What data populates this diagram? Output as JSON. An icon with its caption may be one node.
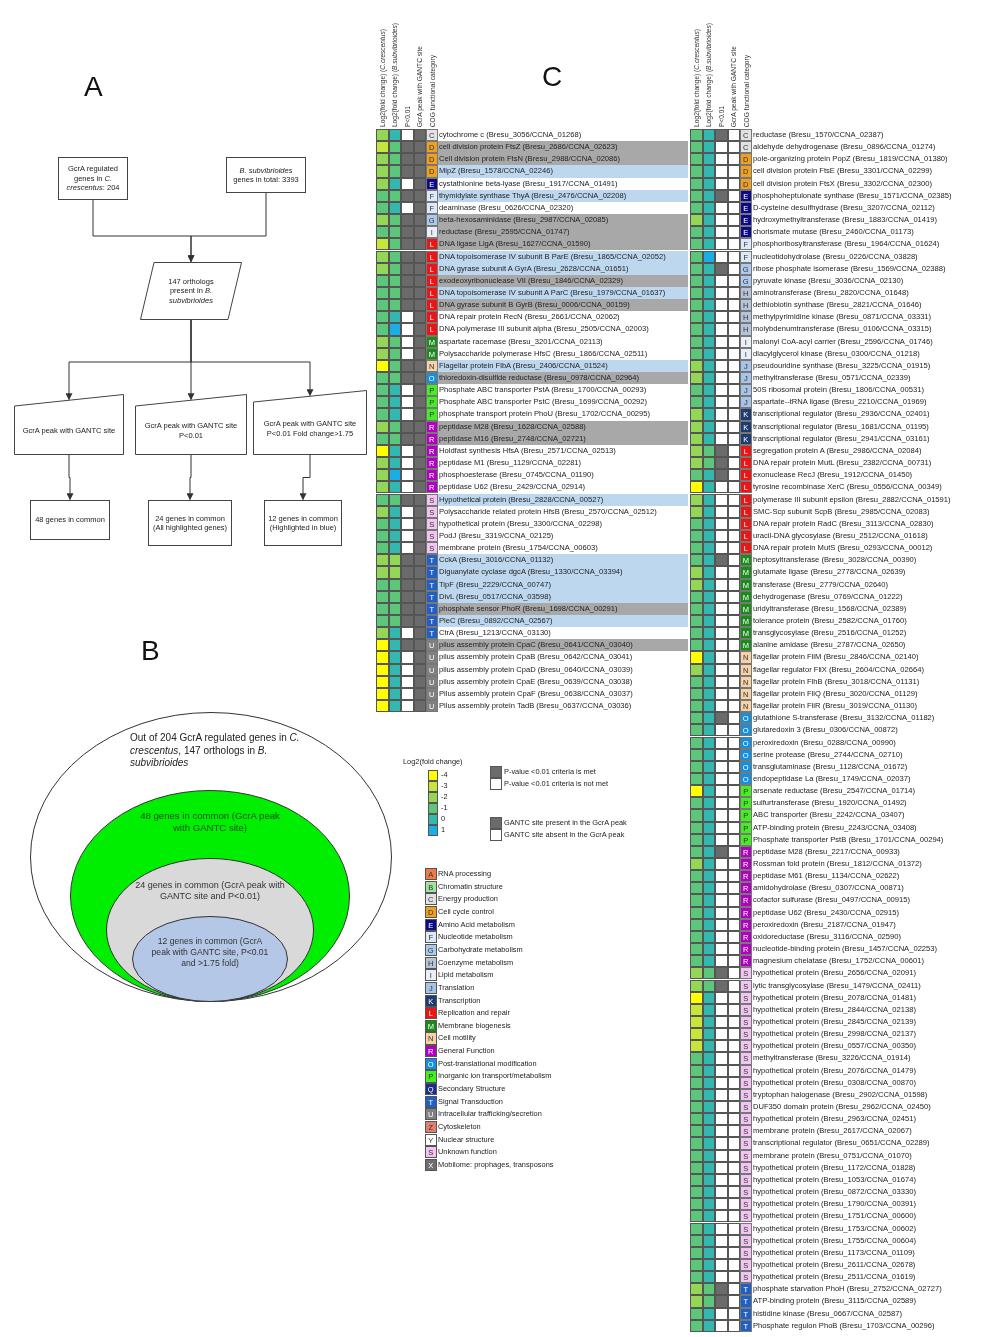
{
  "diagram": {
    "nodes": [
      {
        "text": [
          "GcrA regulated genes in *C. crescentus*: 204"
        ]
      },
      {
        "text": [
          "*B. subvibrioides* genes in total: 3393"
        ]
      },
      {
        "text": [
          "147 orthologs present in *B. subvibrioides*"
        ]
      },
      {
        "text": [
          "GcrA peak with GANTC site"
        ]
      },
      {
        "text": [
          "GcrA peak with GANTC site P<0.01"
        ]
      },
      {
        "text": [
          "GcrA peak with GANTC site P<0.01 Fold change>1.75"
        ]
      },
      {
        "text": [
          "48 genes in common"
        ]
      },
      {
        "text": [
          "24 genes in common (All highlighted genes)"
        ]
      },
      {
        "text": [
          "12 genes in common (Highlighted in blue)"
        ]
      },
      {
        "text": [
          "Out of 204 GcrA regulated genes in *C. crescentus*, 147 orthologs in *B. subvibrioides*"
        ]
      },
      {
        "text": [
          "48 genes in common (GcrA peak with GANTC site)"
        ],
        "in": 9
      },
      {
        "text": [
          "24 genes in common (GcrA peak with GANTC site and P<0.01)"
        ],
        "in": 10
      },
      {
        "text": [
          "12 genes in common (GcrA peak with GANTC site, P<0.01 and >1.75 fold)"
        ],
        "in": 11
      }
    ],
    "edges": [
      {
        "from": 0,
        "to": 2,
        "arrow": "to"
      },
      {
        "from": 1,
        "to": 2,
        "arrow": "to"
      },
      {
        "from": 2,
        "to": 3,
        "arrow": "to"
      },
      {
        "from": 2,
        "to": 4,
        "arrow": "to"
      },
      {
        "from": 2,
        "to": 5,
        "arrow": "to"
      },
      {
        "from": 3,
        "to": 6,
        "arrow": "to"
      },
      {
        "from": 4,
        "to": 7,
        "arrow": "to"
      },
      {
        "from": 5,
        "to": 8,
        "arrow": "to"
      }
    ],
    "labels": [
      "A",
      "C",
      "Log2(fold change) (*C.crescentus*)",
      "Log2(fold change) (*B.subvibrioides*)",
      "P<0.01",
      "GcrA peak with GANTC site",
      "COG functional category",
      "Log2(fold change) (*C.crescentus*)",
      "Log2(fold change) (*B.subvibrioides*)",
      "P<0.01",
      "GcrA peak with GANTC site",
      "COG functional category",
      "C",
      "cytochrome c (Bresu_3056/CCNA_01268)",
      "D",
      "cell division protein FtsZ (Bresu_2686/CCNA_02623)",
      "D",
      "Cell division protein FtsN (Bresu_2988/CCNA_02086)",
      "D",
      "MipZ (Bresu_1578/CCNA_02246)",
      "E",
      "cystathionine beta-lyase (Bresu_1917/CCNA_01491)",
      "F",
      "thymidylate synthase ThyA (Bresu_2476/CCNA_02208)",
      "F",
      "deaminase (Bresu_0626/CCNA_02320)",
      "G",
      "beta-hexosaminidase (Bresu_2987/CCNA_02085)",
      "I",
      "reductase (Bresu_2595/CCNA_01747)",
      "L",
      "DNA ligase LigA (Bresu_1627/CCNA_01590)",
      "L",
      "DNA topoisomerase IV subunit B ParE (Bresu_1865/CCNA_02052)",
      "L",
      "DNA gyrase subunit A GyrA (Bresu_2628/CCNA_01651)",
      "L",
      "exodeoxyribonuclease VII (Bresu_1846/CCNA_02329)",
      "L",
      "DNA topoisomerase IV subunit A ParC (Bresu_1979/CCNA_01637)",
      "L",
      "DNA gyrase subunit B GyrB (Bresu_0006/CCNA_00159)",
      "L",
      "DNA repair protein RecN (Bresu_2661/CCNA_02062)",
      "L",
      "DNA polymerase III subunit alpha (Bresu_2505/CCNA_02003)",
      "M",
      "aspartate racemase (Bresu_3201/CCNA_02113)",
      "M",
      "Polysaccharide polymerase HfsC (Bresu_1866/CCNA_02511)",
      "N",
      "Flagellar protein FlbA (Bresu_2406/CCNA_01524)",
      "O",
      "thioredoxin-disulfide reductase (Bresu_0978/CCNA_02964)",
      "P",
      "Phosphate ABC transporter PstA (Bresu_1700/CCNA_00293)",
      "P",
      "Phosphate ABC transporter PstC (Bresu_1699/CCNA_00292)",
      "P",
      "phosphate transport protein PhoU (Bresu_1702/CCNA_00295)",
      "R",
      "peptidase M28 (Bresu_1628/CCNA_02588)",
      "R",
      "peptidase M16 (Bresu_2748/CCNA_02721)",
      "R",
      "Holdfast synthesis HfsA (Bresu_2571/CCNA_02513)",
      "R",
      "peptidase M1 (Bresu_1129/CCNA_02281)",
      "R",
      "phosphoesterase (Bresu_0745/CCNA_01190)",
      "R",
      "peptidase U62 (Bresu_2429/CCNA_02914)",
      "S",
      "Hypothetical protein (Bresu_2828/CCNA_00527)",
      "S",
      "Polysaccharide related protein HfsB (Bresu_2570/CCNA_02512)",
      "S",
      "hypothetical protein (Bresu_3300/CCNA_02298)",
      "S",
      "PodJ (Bresu_3319/CCNA_02125)",
      "S",
      "membrane protein (Bresu_1754/CCNA_00603)",
      "T",
      "CckA (Bresu_3016/CCNA_01132)",
      "T",
      "Diguanylate cyclase dgcA (Bresu_1330/CCNA_03394)",
      "T",
      "TipF (Bresu_2229/CCNA_00747)",
      "T",
      "DivL (Bresu_0517/CCNA_03598)",
      "T",
      "phosphate sensor PhoR (Bresu_1698/CCNA_00291)",
      "T",
      "PleC (Bresu_0892/CCNA_02567)",
      "T",
      "CtrA (Bresu_1213/CCNA_03130)",
      "U",
      "pilus assembly protein CpaC (Bresu_0641/CCNA_03040)",
      "U",
      "pilus assembly protein CpaB (Bresu_0642/CCNA_03041)",
      "U",
      "pilus assembly protein CpaD (Bresu_0640/CCNA_03039)",
      "U",
      "pilus assembly protein CpaE (Bresu_0639/CCNA_03038)",
      "U",
      "Pilus assembly protein CpaF (Bresu_0638/CCNA_03037)",
      "U",
      "Pilus assembly protein TadB (Bresu_0637/CCNA_03036)",
      "C",
      "reductase (Bresu_1570/CCNA_02387)",
      "C",
      "aldehyde dehydrogenase (Bresu_0896/CCNA_01274)",
      "D",
      "pole-organizing protein PopZ (Bresu_1819/CCNA_01380)",
      "D",
      "cell division protein FtsE (Bresu_3301/CCNA_02299)",
      "D",
      "cell division protein FtsX (Bresu_3302/CCNA_02300)",
      "E",
      "phosphoheptulonate synthase (Bresu_1571/CCNA_02385)",
      "E",
      "D-cysteine desulfhydrase (Bresu_3207/CCNA_02112)",
      "E",
      "hydroxymethyltransferase (Bresu_1883/CCNA_01419)",
      "E",
      "chorismate mutase (Bresu_2460/CCNA_01173)",
      "F",
      "phosphoribosyltransferase (Bresu_1964/CCNA_01624)",
      "F",
      "nucleotidohydrolase (Bresu_0226/CCNA_03828)",
      "G",
      "ribose phosphate isomerase (Bresu_1569/CCNA_02388)",
      "G",
      "pyruvate kinase (Bresu_3036/CCNA_02130)",
      "H",
      "aminotransferase (Bresu_2820/CCNA_01648)",
      "H",
      "dethiobiotin synthase (Bresu_2821/CCNA_01646)",
      "H",
      "methylpyrimidine kinase (Bresu_0871/CCNA_03331)",
      "H",
      "molybdenumtransferase (Bresu_0106/CCNA_03315)",
      "I",
      "malonyl CoA-acyl carrier (Bresu_2596/CCNA_01746)",
      "I",
      "diacylglycerol kinase (Bresu_0300/CCNA_01218)",
      "J",
      "pseudouridine synthase (Bresu_3225/CCNA_01915)",
      "J",
      "methyltransferase (Bresu_0571/CCNA_02339)",
      "J",
      "50S ribosomal protein (Bresu_1806/CCNA_00531)",
      "J",
      "aspartate--tRNA ligase (Bresu_2210/CCNA_01969)",
      "K",
      "transcriptional regulator (Bresu_2936/CCNA_02401)",
      "K",
      "transcriptional regulator (Bresu_1681/CCNA_01195)",
      "K",
      "transcriptional regulator (Bresu_2941/CCNA_03161)",
      "L",
      "segregation protein A (Bresu_2986/CCNA_02084)",
      "L",
      "DNA repair protein MutL (Bresu_2382/CCNA_00731)",
      "L",
      "exonuclease RecJ (Bresu_1912/CCNA_01450)",
      "L",
      "tyrosine recombinase XerC (Bresu_0556/CCNA_00349)",
      "L",
      "polymerase III subunit epsilon (Bresu_2882/CCNA_01591)",
      "L",
      "SMC-Scp subunit ScpB (Bresu_2985/CCNA_02083)",
      "L",
      "DNA repair protein RadC (Bresu_3113/CCNA_02830)",
      "L",
      "uracil-DNA glycosylase (Bresu_2512/CCNA_01618)",
      "L",
      "DNA repair protein MutS (Bresu_0293/CCNA_00012)",
      "M",
      "heptosyltransferase (Bresu_3028/CCNA_00390)",
      "M",
      "glutamate ligase (Bresu_2778/CCNA_02639)",
      "M",
      "transferase (Bresu_2779/CCNA_02640)",
      "M",
      "dehydrogenase (Bresu_0769/CCNA_01222)",
      "M",
      "uridyltransferase (Bresu_1568/CCNA_02389)",
      "M",
      "tolerance protein (Bresu_2582/CCNA_01760)",
      "M",
      "transglycosylase (Bresu_2516/CCNA_01252)",
      "M",
      "alanine amidase (Bresu_2787/CCNA_02650)",
      "N",
      "flagellar protein FliM (Bresu_2846/CCNA_02140)",
      "N",
      "flagellar regulator FliX (Bresu_2604/CCNA_02664)",
      "N",
      "flagellar protein FlhB (Bresu_3018/CCNA_01131)",
      "N",
      "flagellar protein FliQ (Bresu_3020/CCNA_01129)",
      "N",
      "flagellar protein FliR (Bresu_3019/CCNA_01130)",
      "O",
      "glutathione S-transferase (Bresu_3132/CCNA_01182)",
      "O",
      "glutaredoxin 3 (Bresu_0306/CCNA_00872)",
      "O",
      "peroxiredoxin (Bresu_0288/CCNA_00990)",
      "O",
      "serine protease (Bresu_2744/CCNA_02710)",
      "O",
      "transglutaminase (Bresu_1128/CCNA_01672)",
      "O",
      "endopeptidase La (Bresu_1749/CCNA_02037)",
      "P",
      "arsenate reductase (Bresu_2547/CCNA_01714)",
      "P",
      "sulfurtransferase (Bresu_1920/CCNA_01492)",
      "P",
      "ABC transporter (Bresu_2242/CCNA_03407)",
      "P",
      "ATP-binding protein (Bresu_2243/CCNA_03408)",
      "P",
      "Phosphate transporter PstB (Bresu_1701/CCNA_00294)",
      "R",
      "peptidase M28 (Bresu_2217/CCNA_00933)",
      "R",
      "Rossman fold protein (Bresu_1812/CCNA_01372)",
      "R",
      "peptidase M61 (Bresu_1134/CCNA_02622)",
      "R",
      "amidohydrolase (Bresu_0307/CCNA_00871)",
      "R",
      "cofactor sulfurase (Bresu_0497/CCNA_00915)",
      "R",
      "peptidase U62 (Bresu_2430/CCNA_02915)",
      "R",
      "peroxiredoxin (Bresu_2187/CCNA_01947)",
      "R",
      "oxidoreductase (Bresu_3116/CCNA_02590)",
      "R",
      "nucleotide-binding protein (Bresu_1457/CCNA_02253)",
      "R",
      "magnesium chelatase (Bresu_1752/CCNA_00601)",
      "S",
      "hypothetical protein (Bresu_2656/CCNA_02091)",
      "S",
      "lytic transglycosylase (Bresu_1479/CCNA_02411)",
      "S",
      "hypothetical protein (Bresu_2078/CCNA_01481)",
      "S",
      "hypothetical protein (Bresu_2844/CCNA_02138)",
      "S",
      "hypothetical protein (Bresu_2845/CCNA_02139)",
      "S",
      "hypothetical protein (Bresu_2998/CCNA_02137)",
      "S",
      "hypothetical protein (Bresu_0557/CCNA_00350)",
      "S",
      "methyltransferase (Bresu_3226/CCNA_01914)",
      "S",
      "hypothetical protein (Bresu_2076/CCNA_01479)",
      "S",
      "hypothetical protein (Bresu_0308/CCNA_00870)",
      "S",
      "tryptophan halogenase (Bresu_2902/CCNA_01598)",
      "S",
      "DUF350 domain protein (Bresu_2962/CCNA_02450)",
      "S",
      "hypothetical protein (Bresu_2963/CCNA_02451)",
      "S",
      "membrane protein (Bresu_2617/CCNA_02067)",
      "S",
      "transcriptional regulator (Bresu_0651/CCNA_02289)",
      "S",
      "membrane protein (Bresu_0751/CCNA_01070)",
      "S",
      "hypothetical protein (Bresu_1172/CCNA_01828)",
      "S",
      "hypothetical protein (Bresu_1053/CCNA_01674)",
      "S",
      "hypothetical protein (Bresu_0872/CCNA_03330)",
      "S",
      "hypothetical protein (Bresu_1790/CCNA_00391)",
      "S",
      "hypothetical protein (Bresu_1751/CCNA_00600)",
      "S",
      "hypothetical protein (Bresu_1753/CCNA_00602)",
      "S",
      "hypothetical protein (Bresu_1755/CCNA_00604)",
      "S",
      "hypothetical protein (Bresu_1173/CCNA_01109)",
      "S",
      "hypothetical protein (Bresu_2611/CCNA_02678)",
      "S",
      "hypothetical protein (Bresu_2511/CCNA_01619)",
      "T",
      "phosphate starvation PhoH (Bresu_2752/CCNA_02727)",
      "T",
      "ATP-binding protein (Bresu_3115/CCNA_02589)",
      "T",
      "histidine kinase (Bresu_0667/CCNA_02587)",
      "T",
      "Phosphate regulon PhoB (Bresu_1703/CCNA_00296)",
      "B",
      "Log2(fold change)",
      "A",
      "B",
      "C",
      "D",
      "E",
      "F",
      "G",
      "H",
      "I",
      "J",
      "K",
      "L",
      "M",
      "N",
      "R",
      "O",
      "P",
      "Q",
      "T",
      "U",
      "Z",
      "Y",
      "S",
      "X"
    ],
    "legend": [
      {
        "text": "-4",
        "color": "#ffff00"
      },
      {
        "text": "-3",
        "color": "#c6e63c"
      },
      {
        "text": "-2",
        "color": "#94d656"
      },
      {
        "text": "-1",
        "color": "#5cc67a"
      },
      {
        "text": "0",
        "color": "#33b8b0"
      },
      {
        "text": "1",
        "color": "#1aaee6"
      },
      {
        "text": "P-value <0.01 criteria is met",
        "color": "#6b6b6b"
      },
      {
        "text": "P-value <0.01 criteria is not met",
        "color": "#ffffff"
      },
      {
        "text": "GANTC site present in the GcrA peak",
        "color": "#6b6b6b"
      },
      {
        "text": "GANTC site absent in the GcrA peak",
        "color": "#ffffff"
      },
      {
        "text": "RNA processing",
        "color": "#ee7a4a"
      },
      {
        "text": "Chromatin structure",
        "color": "#9ee69e"
      },
      {
        "text": "Energy production",
        "color": "#e2e2e2"
      },
      {
        "text": "Cell cycle control",
        "color": "#f0a020"
      },
      {
        "text": "Amino Acid metabolism",
        "color": "#0a0a8a"
      },
      {
        "text": "Nucleotide metabolism",
        "color": "#dde9f8"
      },
      {
        "text": "Carbohydrate metabolism",
        "color": "#acc9ee"
      },
      {
        "text": "Coenzyme metabolism",
        "color": "#b6c4da"
      },
      {
        "text": "Lipid metabolism",
        "color": "#e9eef7"
      },
      {
        "text": "Translation",
        "color": "#a6c3ea"
      },
      {
        "text": "Transcription",
        "color": "#1f3c6e"
      },
      {
        "text": "Replication and repair",
        "color": "#ee1414"
      },
      {
        "text": "Membrane biogenesis",
        "color": "#1a8c1a"
      },
      {
        "text": "Cell motility",
        "color": "#f6d2a6"
      },
      {
        "text": "General Function",
        "color": "#b000c0"
      },
      {
        "text": "Post-translational modification",
        "color": "#1590e0"
      },
      {
        "text": "Inorganic ion transport/metabolism",
        "color": "#44ee22"
      },
      {
        "text": "Secondary Structure",
        "color": "#1e2e84"
      },
      {
        "text": "Signal Transduction",
        "color": "#2060c4"
      },
      {
        "text": "Intracellular trafficking/secretion",
        "color": "#808080"
      },
      {
        "text": "Cytoskeleton",
        "color": "#e08070"
      },
      {
        "text": "Nuclear structure",
        "color": "#ffffff"
      },
      {
        "text": "Unknown function",
        "color": "#f2c4f2"
      },
      {
        "text": "Mobilome: prophages, transposons",
        "color": "#6e6e6e"
      }
    ]
  }
}
